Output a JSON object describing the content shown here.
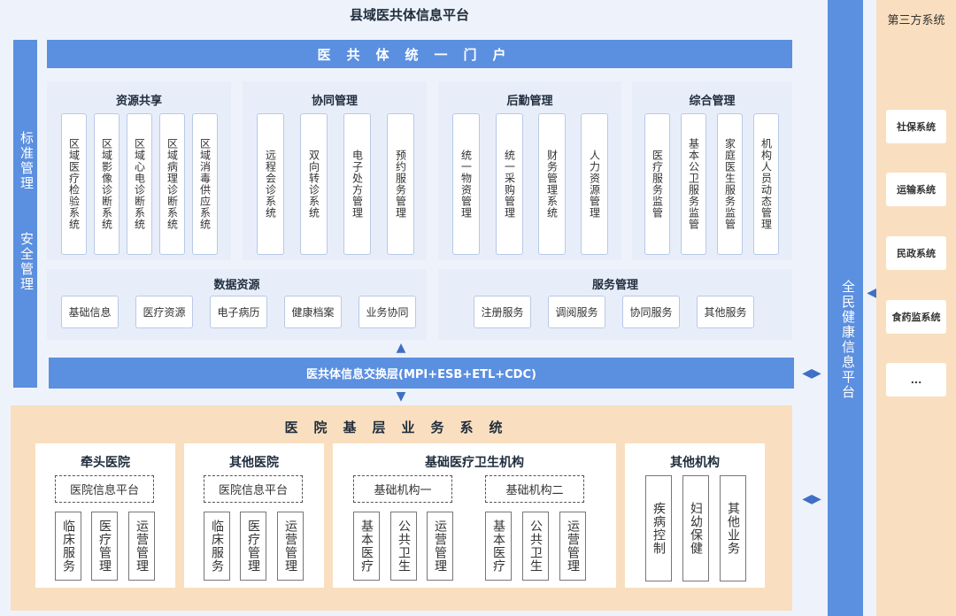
{
  "platform_title": "县域医共体信息平台",
  "portal": "医共体统一门户",
  "side_left": {
    "standard": "标准管理",
    "security": "安全管理"
  },
  "resource_share": {
    "title": "资源共享",
    "items": [
      "区域医疗检验系统",
      "区域影像诊断系统",
      "区域心电诊断系统",
      "区域病理诊断系统",
      "区域消毒供应系统"
    ]
  },
  "collab_mgmt": {
    "title": "协同管理",
    "items": [
      "远程会诊系统",
      "双向转诊系统",
      "电子处方管理",
      "预约服务管理"
    ]
  },
  "logistics_mgmt": {
    "title": "后勤管理",
    "items": [
      "统一物资管理",
      "统一采购管理",
      "财务管理系统",
      "人力资源管理"
    ]
  },
  "general_mgmt": {
    "title": "综合管理",
    "items": [
      "医疗服务监管",
      "基本公卫服务监管",
      "家庭医生服务监管",
      "机构人员动态管理"
    ]
  },
  "data_resource": {
    "title": "数据资源",
    "items": [
      "基础信息",
      "医疗资源",
      "电子病历",
      "健康档案",
      "业务协同"
    ]
  },
  "service_mgmt": {
    "title": "服务管理",
    "items": [
      "注册服务",
      "调阅服务",
      "协同服务",
      "其他服务"
    ]
  },
  "exchange_layer": "医共体信息交换层(MPI+ESB+ETL+CDC)",
  "national_health": "全民健康信息平台",
  "third_party": {
    "title": "第三方系统",
    "items": [
      "社保系统",
      "运输系统",
      "民政系统",
      "食药监系统",
      "..."
    ]
  },
  "hospital_layer": {
    "title": "医院基层业务系统",
    "lead_hospital": {
      "title": "牵头医院",
      "platform": "医院信息平台",
      "items": [
        "临床服务",
        "医疗管理",
        "运营管理"
      ]
    },
    "other_hospital": {
      "title": "其他医院",
      "platform": "医院信息平台",
      "items": [
        "临床服务",
        "医疗管理",
        "运营管理"
      ]
    },
    "basic_medical": {
      "title": "基础医疗卫生机构",
      "org1": {
        "title": "基础机构一",
        "items": [
          "基本医疗",
          "公共卫生",
          "运营管理"
        ]
      },
      "org2": {
        "title": "基础机构二",
        "items": [
          "基本医疗",
          "公共卫生",
          "运营管理"
        ]
      }
    },
    "other_org": {
      "title": "其他机构",
      "items": [
        "疾病控制",
        "妇幼保健",
        "其他业务"
      ]
    }
  }
}
